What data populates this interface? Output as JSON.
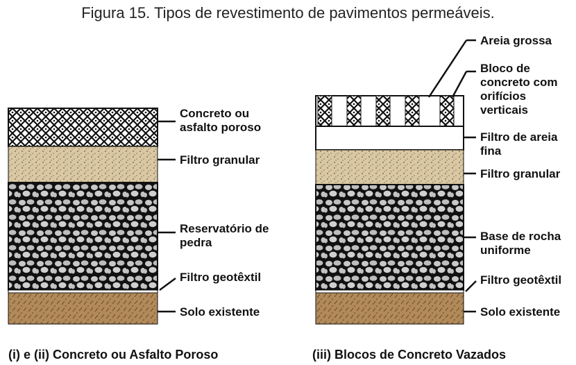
{
  "caption": "Figura 15. Tipos de revestimento de pavimentos permeáveis.",
  "left_diagram": {
    "subtitle": "(i) e (ii) Concreto ou Asfalto Poroso",
    "labels": {
      "surface_1": "Concreto ou",
      "surface_2": "asfalto poroso",
      "granular": "Filtro granular",
      "reservoir_1": "Reservatório de",
      "reservoir_2": "pedra",
      "geotextile": "Filtro geotêxtil",
      "soil": "Solo existente"
    }
  },
  "right_diagram": {
    "subtitle": "(iii) Blocos de Concreto Vazados",
    "labels": {
      "coarse_sand": "Areia grossa",
      "block_1": "Bloco de",
      "block_2": "concreto com",
      "block_3": "orifícios",
      "block_4": "verticais",
      "fine_sand_1": "Filtro de areia",
      "fine_sand_2": "fina",
      "granular": "Filtro granular",
      "base_1": "Base de rocha",
      "base_2": "uniforme",
      "geotextile": "Filtro geotêxtil",
      "soil": "Solo existente"
    }
  }
}
